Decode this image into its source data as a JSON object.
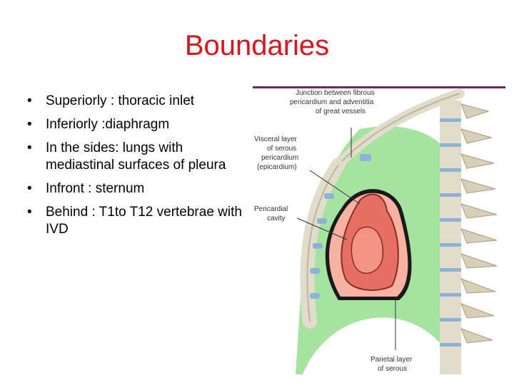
{
  "slide": {
    "title": "Boundaries",
    "bullets": [
      "Superiorly :    thoracic inlet",
      "Inferiorly   :diaphragm",
      "In the sides: lungs      with mediastinal surfaces of pleura",
      "Infront : sternum",
      "Behind : T1to T12 vertebrae with IVD"
    ],
    "bullet_glyph": "•"
  },
  "figure": {
    "labels": {
      "junction": [
        "Junction between fibrous",
        "pericardium and adventitia",
        "of great vessels"
      ],
      "visceral": [
        "Visceral layer",
        "of serous",
        "pericardium",
        "(epicardium)"
      ],
      "cavity": [
        "Pericardial",
        "cavity"
      ],
      "parietal": [
        "Parietal layer",
        "of serous"
      ]
    },
    "colors": {
      "mediastinum": "#a6e3a1",
      "pericardium": "#f6b3a3",
      "heart": "#e46f62",
      "bone": "#e2dccb",
      "vertebra_blue": "#8fb3d6"
    }
  }
}
